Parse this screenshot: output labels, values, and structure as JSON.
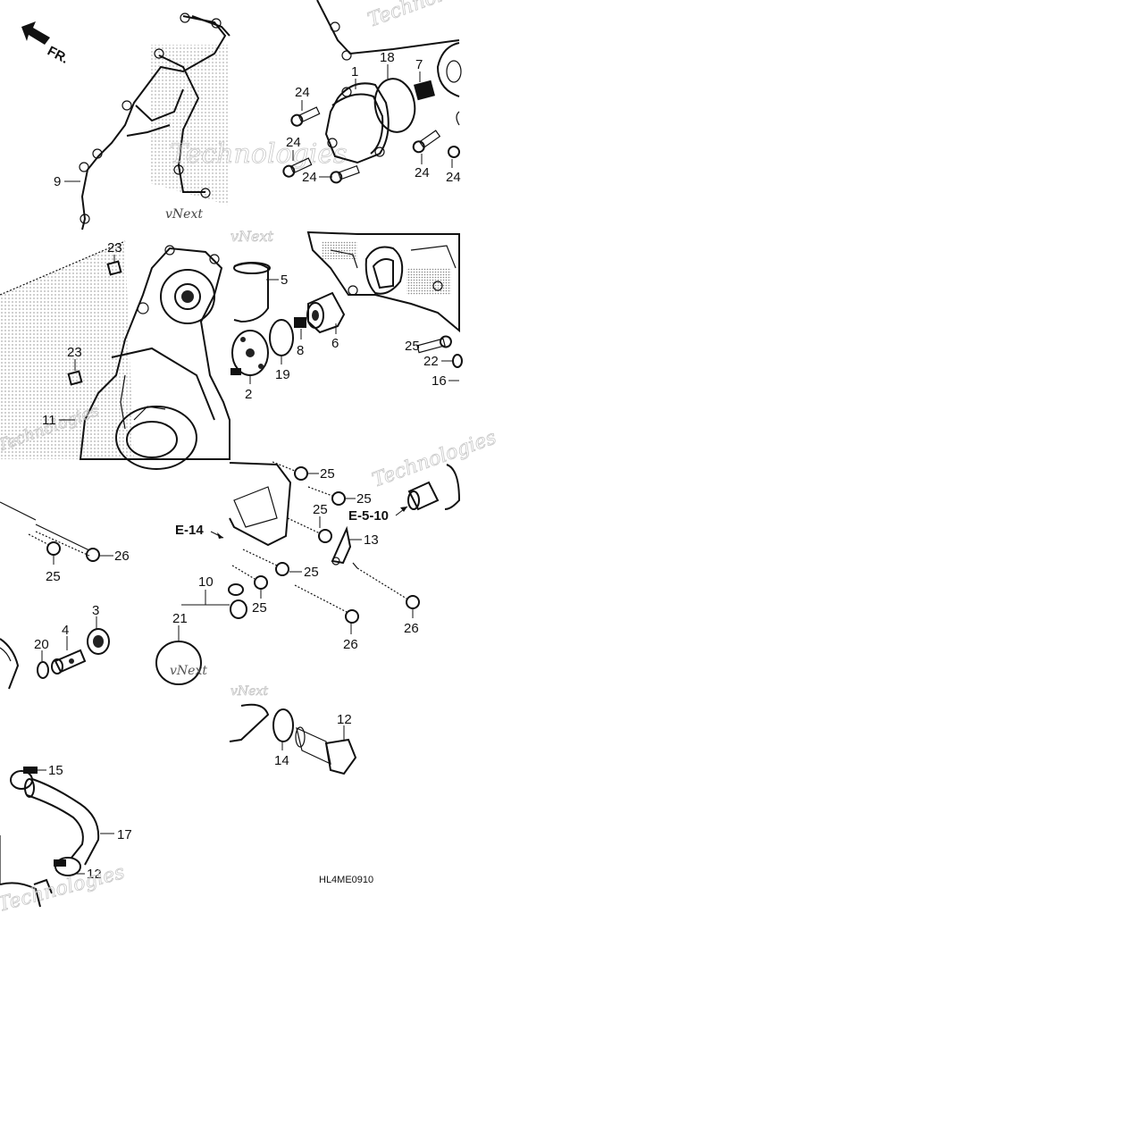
{
  "front_marker": "FR.",
  "diagram_code": "HL4ME0910",
  "references": {
    "e14": "E-14",
    "e510": "E-5-10"
  },
  "watermarks": [
    "Technologies",
    "vNext",
    "Technologies",
    "Technologies",
    "vNext",
    "Technologies"
  ],
  "callouts": [
    {
      "id": "c9",
      "text": "9"
    },
    {
      "id": "c1",
      "text": "1"
    },
    {
      "id": "c18",
      "text": "18"
    },
    {
      "id": "c7",
      "text": "7"
    },
    {
      "id": "c24a",
      "text": "24"
    },
    {
      "id": "c24b",
      "text": "24"
    },
    {
      "id": "c24c",
      "text": "24"
    },
    {
      "id": "c24d",
      "text": "24"
    },
    {
      "id": "c24e",
      "text": "24"
    },
    {
      "id": "c23a",
      "text": "23"
    },
    {
      "id": "c23b",
      "text": "23"
    },
    {
      "id": "c11",
      "text": "11"
    },
    {
      "id": "c5",
      "text": "5"
    },
    {
      "id": "c6",
      "text": "6"
    },
    {
      "id": "c8",
      "text": "8"
    },
    {
      "id": "c19",
      "text": "19"
    },
    {
      "id": "c2",
      "text": "2"
    },
    {
      "id": "c25a",
      "text": "25"
    },
    {
      "id": "c22",
      "text": "22"
    },
    {
      "id": "c16",
      "text": "16"
    },
    {
      "id": "c26a",
      "text": "26"
    },
    {
      "id": "c25b",
      "text": "25"
    },
    {
      "id": "c3",
      "text": "3"
    },
    {
      "id": "c4",
      "text": "4"
    },
    {
      "id": "c20",
      "text": "20"
    },
    {
      "id": "c10",
      "text": "10"
    },
    {
      "id": "c21",
      "text": "21"
    },
    {
      "id": "c25c",
      "text": "25"
    },
    {
      "id": "c25d",
      "text": "25"
    },
    {
      "id": "c25e",
      "text": "25"
    },
    {
      "id": "c13",
      "text": "13"
    },
    {
      "id": "c25f",
      "text": "25"
    },
    {
      "id": "c25g",
      "text": "25"
    },
    {
      "id": "c26b",
      "text": "26"
    },
    {
      "id": "c26c",
      "text": "26"
    },
    {
      "id": "c15",
      "text": "15"
    },
    {
      "id": "c17",
      "text": "17"
    },
    {
      "id": "c12a",
      "text": "12"
    },
    {
      "id": "c14",
      "text": "14"
    },
    {
      "id": "c12b",
      "text": "12"
    }
  ]
}
